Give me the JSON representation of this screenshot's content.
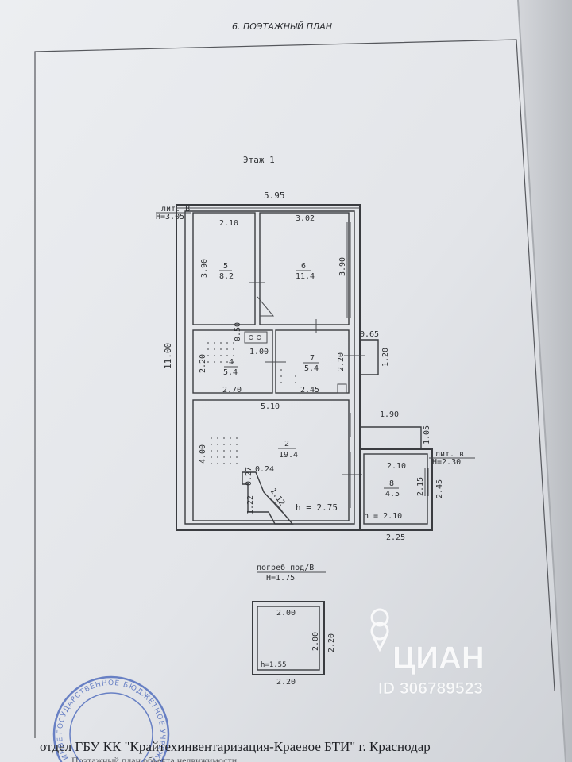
{
  "header": {
    "section_title": "6. ПОЭТАЖНЫЙ ПЛАН"
  },
  "floor": {
    "title": "Этаж 1"
  },
  "main_block": {
    "lit_label": "лит. В",
    "height_label": "H=3.05",
    "total_width": "5.95",
    "total_length": "11.00"
  },
  "annex": {
    "lit_label": "лит. в",
    "height_label": "H=2.30"
  },
  "rooms": [
    {
      "number": "5",
      "area": "8.2"
    },
    {
      "number": "6",
      "area": "11.4"
    },
    {
      "number": "4",
      "area": "5.4"
    },
    {
      "number": "7",
      "area": "5.4"
    },
    {
      "number": "2",
      "area": "19.4"
    },
    {
      "number": "8",
      "area": "4.5"
    }
  ],
  "dimensions": {
    "r5_width": "2.10",
    "r6_width": "3.02",
    "r5_height": "3.90",
    "r6_height": "3.90",
    "wall_gap": "0.50",
    "hall_width": "1.00",
    "r4_height": "2.20",
    "r4_width": "2.70",
    "r7_height": "2.20",
    "r7_width": "2.45",
    "porch_depth": "0.65",
    "porch_width": "1.20",
    "r2_width": "5.10",
    "r2_height": "4.00",
    "step_width": "1.90",
    "step_depth": "1.05",
    "r8_width": "2.10",
    "r8_height_inner": "2.15",
    "r8_height_outer": "2.45",
    "annex_width": "2.25",
    "stair_a": "0.24",
    "stair_b": "0.27",
    "stair_c": "1.12",
    "stair_d": "1.22",
    "r2_ceiling": "h = 2.75",
    "r8_ceiling": "h = 2.10"
  },
  "cellar": {
    "label": "погреб под/В",
    "height_label": "H=1.75",
    "inner_width": "2.00",
    "inner_depth": "2.00",
    "outer_depth": "2.20",
    "outer_width": "2.20",
    "ceiling": "h=1.55"
  },
  "watermark": {
    "brand": "ЦИАН",
    "listing_id": "ID 306789523"
  },
  "footer": {
    "org_line": "отдел ГБУ КК \"Крайтехинвентаризация-Краевое БТИ\"  г. Краснодар",
    "subline": "Поэтажный план объекта недвижимости"
  },
  "stamp": {
    "ring_text": "ГОСУДАРСТВЕННОЕ БЮДЖЕТНОЕ УЧРЕЖДЕНИЕ · ТЕХНИЧЕСКАЯ ИНВЕНТАРИЗАЦИЯ ·"
  },
  "colors": {
    "paper": "#e4e6ea",
    "ink": "#3a3c40",
    "stamp": "#3f5fb8",
    "watermark": "#ffffff"
  }
}
